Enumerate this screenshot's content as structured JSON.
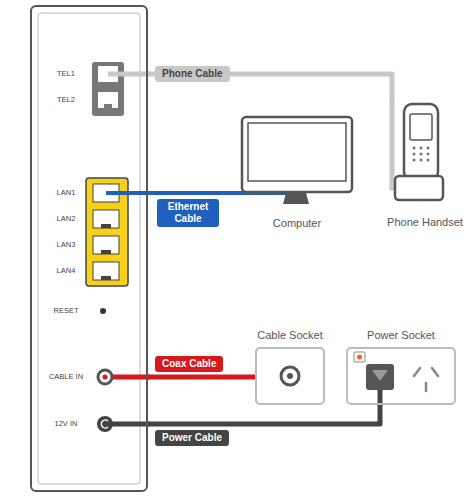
{
  "diagram": {
    "nodes": [
      {
        "text": [
          "TEL1",
          "TEL2",
          "LAN1",
          "LAN2",
          "LAN3",
          "LAN4",
          "RESET",
          "CABLE IN",
          "12V IN"
        ]
      },
      {
        "text": [
          "Computer"
        ]
      },
      {
        "text": [
          "Phone Handset"
        ]
      },
      {
        "text": [
          "Cable Socket"
        ]
      },
      {
        "text": [
          "Power Socket"
        ]
      }
    ],
    "edges": [
      {
        "from": 0,
        "to": 2,
        "arrow": "none",
        "label": "Phone Cable"
      },
      {
        "from": 0,
        "to": 1,
        "arrow": "none",
        "label": "Ethernet Cable"
      },
      {
        "from": 0,
        "to": 3,
        "arrow": "none",
        "label": "Coax Cable"
      },
      {
        "from": 0,
        "to": 4,
        "arrow": "none",
        "label": "Power Cable"
      }
    ]
  }
}
